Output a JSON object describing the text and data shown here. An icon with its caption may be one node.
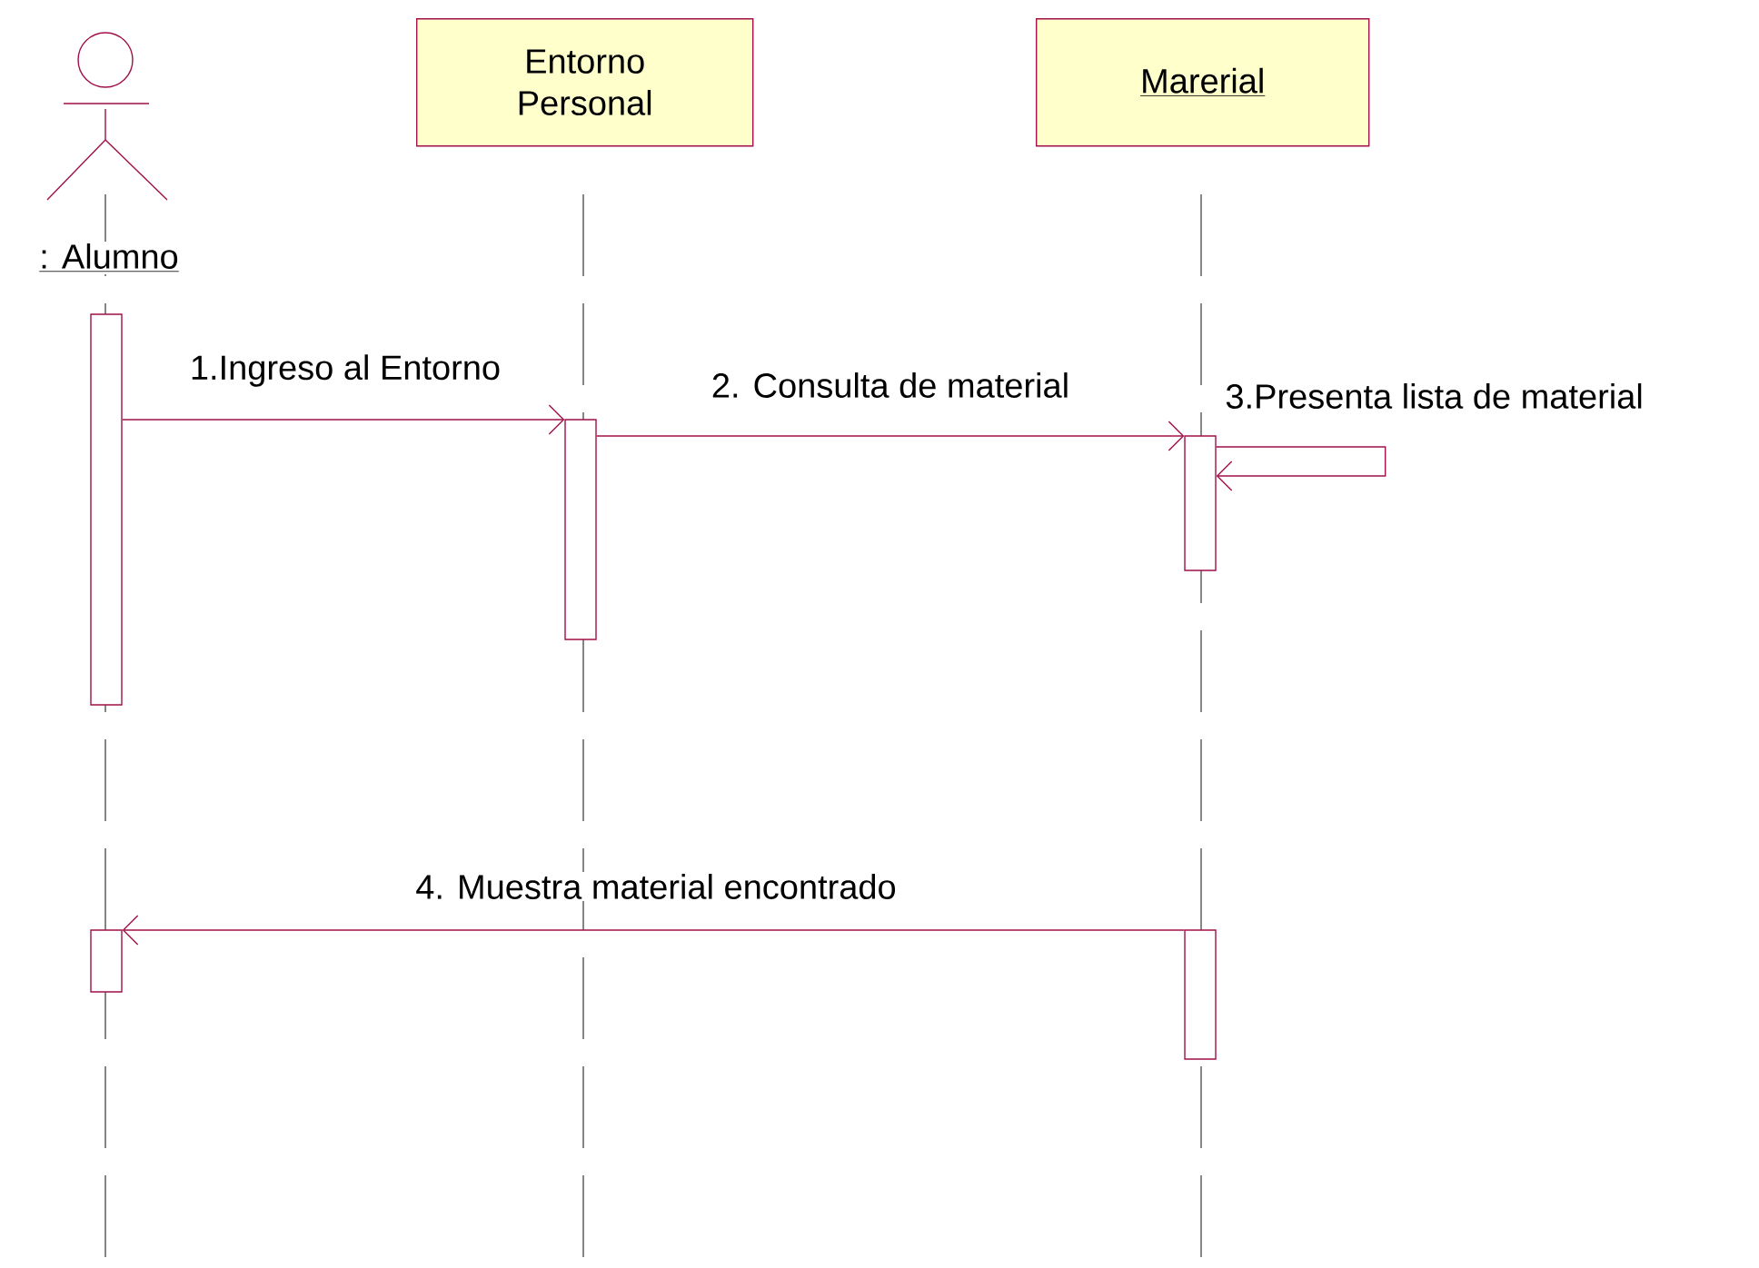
{
  "diagram": {
    "nodes": [
      {
        "text": [
          ": Alumno"
        ]
      },
      {
        "text": [
          "Entorno Personal"
        ]
      },
      {
        "text": [
          "Marerial"
        ]
      },
      {
        "text": [],
        "shape": "bar"
      },
      {
        "text": [],
        "shape": "bar"
      },
      {
        "text": [],
        "shape": "bar"
      },
      {
        "text": [],
        "shape": "bar"
      },
      {
        "text": [],
        "shape": "bar"
      }
    ],
    "edges": [
      {
        "from": 3,
        "to": 4,
        "arrow": "to",
        "label": "1.Ingreso al Entorno"
      },
      {
        "from": 4,
        "to": 5,
        "arrow": "to",
        "label": "2. Consulta de material"
      },
      {
        "from": 5,
        "to": 5,
        "arrow": "to",
        "label": "3.Presenta lista de material"
      },
      {
        "from": 7,
        "to": 6,
        "arrow": "to",
        "label": "4. Muestra material encontrado"
      }
    ]
  }
}
